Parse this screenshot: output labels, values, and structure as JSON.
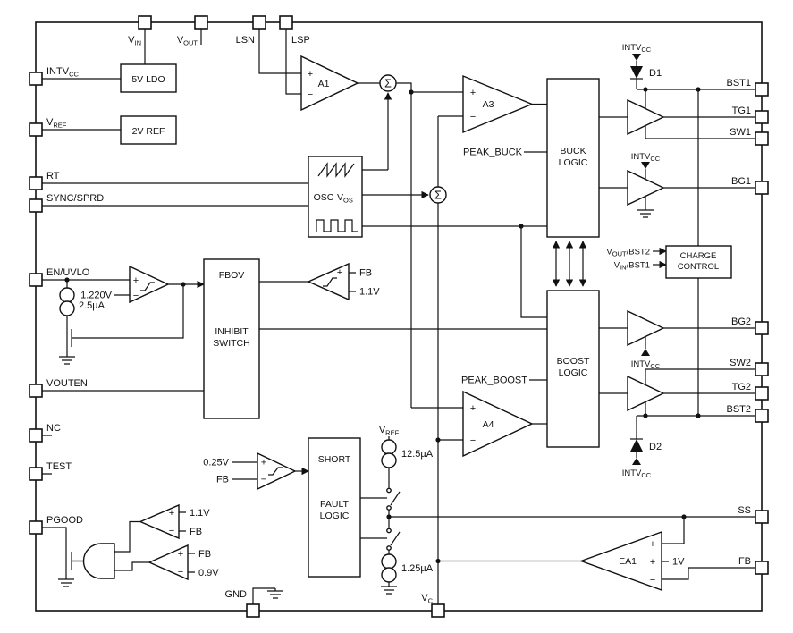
{
  "pins": {
    "vin": {
      "main": "V",
      "sub": "IN"
    },
    "vout": {
      "main": "V",
      "sub": "OUT"
    },
    "lsn": "LSN",
    "lsp": "LSP",
    "intvcc": {
      "main": "INTV",
      "sub": "CC"
    },
    "vref": {
      "main": "V",
      "sub": "REF"
    },
    "rt": "RT",
    "sync_sprd": "SYNC/SPRD",
    "en_uvlo": "EN/UVLO",
    "vouten": "VOUTEN",
    "nc": "NC",
    "test": "TEST",
    "pgood": "PGOOD",
    "bst1": "BST1",
    "tg1": "TG1",
    "sw1": "SW1",
    "bg1": "BG1",
    "bg2": "BG2",
    "sw2": "SW2",
    "tg2": "TG2",
    "bst2": "BST2",
    "ss": "SS",
    "fb": "FB",
    "gnd": "GND",
    "vc": {
      "main": "V",
      "sub": "C"
    }
  },
  "blocks": {
    "ldo": "5V LDO",
    "vref2": "2V REF",
    "osc": "OSC",
    "vos": {
      "main": "V",
      "sub": "OS"
    },
    "buck": {
      "l1": "BUCK",
      "l2": "LOGIC"
    },
    "boost": {
      "l1": "BOOST",
      "l2": "LOGIC"
    },
    "charge": {
      "l1": "CHARGE",
      "l2": "CONTROL"
    },
    "fbov": "FBOV",
    "inhibit": {
      "l1": "INHIBIT",
      "l2": "SWITCH"
    },
    "short": "SHORT",
    "fault": {
      "l1": "FAULT",
      "l2": "LOGIC"
    }
  },
  "amps": {
    "a1": "A1",
    "a3": "A3",
    "a4": "A4",
    "ea1": "EA1"
  },
  "sym": {
    "plus": "+",
    "minus": "−",
    "sigma": "Σ"
  },
  "labels": {
    "peak_buck": "PEAK_BUCK",
    "peak_boost": "PEAK_BOOST",
    "d1": "D1",
    "d2": "D2",
    "intvcc": {
      "main": "INTV",
      "sub": "CC"
    },
    "en_ref": "1.220V",
    "en_cur": "2.5µA",
    "fb": "FB",
    "ov": "1.1V",
    "uv": "0.9V",
    "short_ref": "0.25V",
    "ss_up": "12.5µA",
    "ss_dn": "1.25µA",
    "ea_ref": "1V",
    "vref": {
      "main": "V",
      "sub": "REF"
    },
    "cc_in1": {
      "main": "V",
      "sub": "OUT",
      "rest": "/BST2"
    },
    "cc_in2": {
      "main": "V",
      "sub": "IN",
      "rest": "/BST1"
    },
    "gnd": "GND"
  }
}
